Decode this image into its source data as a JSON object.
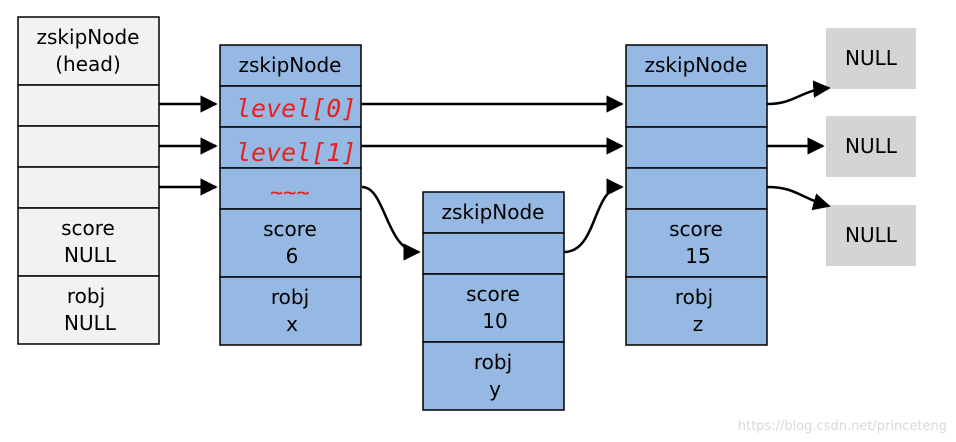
{
  "head": {
    "title": "zskipNode",
    "subtitle": "(head)",
    "score_label": "score",
    "score_value": "NULL",
    "obj_label": "robj",
    "obj_value": "NULL"
  },
  "node_x": {
    "title": "zskipNode",
    "score_label": "score",
    "score_value": "6",
    "obj_label": "robj",
    "obj_value": "x"
  },
  "node_y": {
    "title": "zskipNode",
    "score_label": "score",
    "score_value": "10",
    "obj_label": "robj",
    "obj_value": "y"
  },
  "node_z": {
    "title": "zskipNode",
    "score_label": "score",
    "score_value": "15",
    "obj_label": "robj",
    "obj_value": "z"
  },
  "nulls": [
    "NULL",
    "NULL",
    "NULL"
  ],
  "annotations": {
    "level0": "level[0]",
    "level1": "level[1]",
    "level2": "~~~"
  },
  "watermark": "https://blog.csdn.net/princeteng",
  "colors": {
    "head_fill": "#f2f2f2",
    "node_fill": "#95b9e3",
    "null_fill": "#d4d4d4",
    "annotation": "#e8201f"
  }
}
